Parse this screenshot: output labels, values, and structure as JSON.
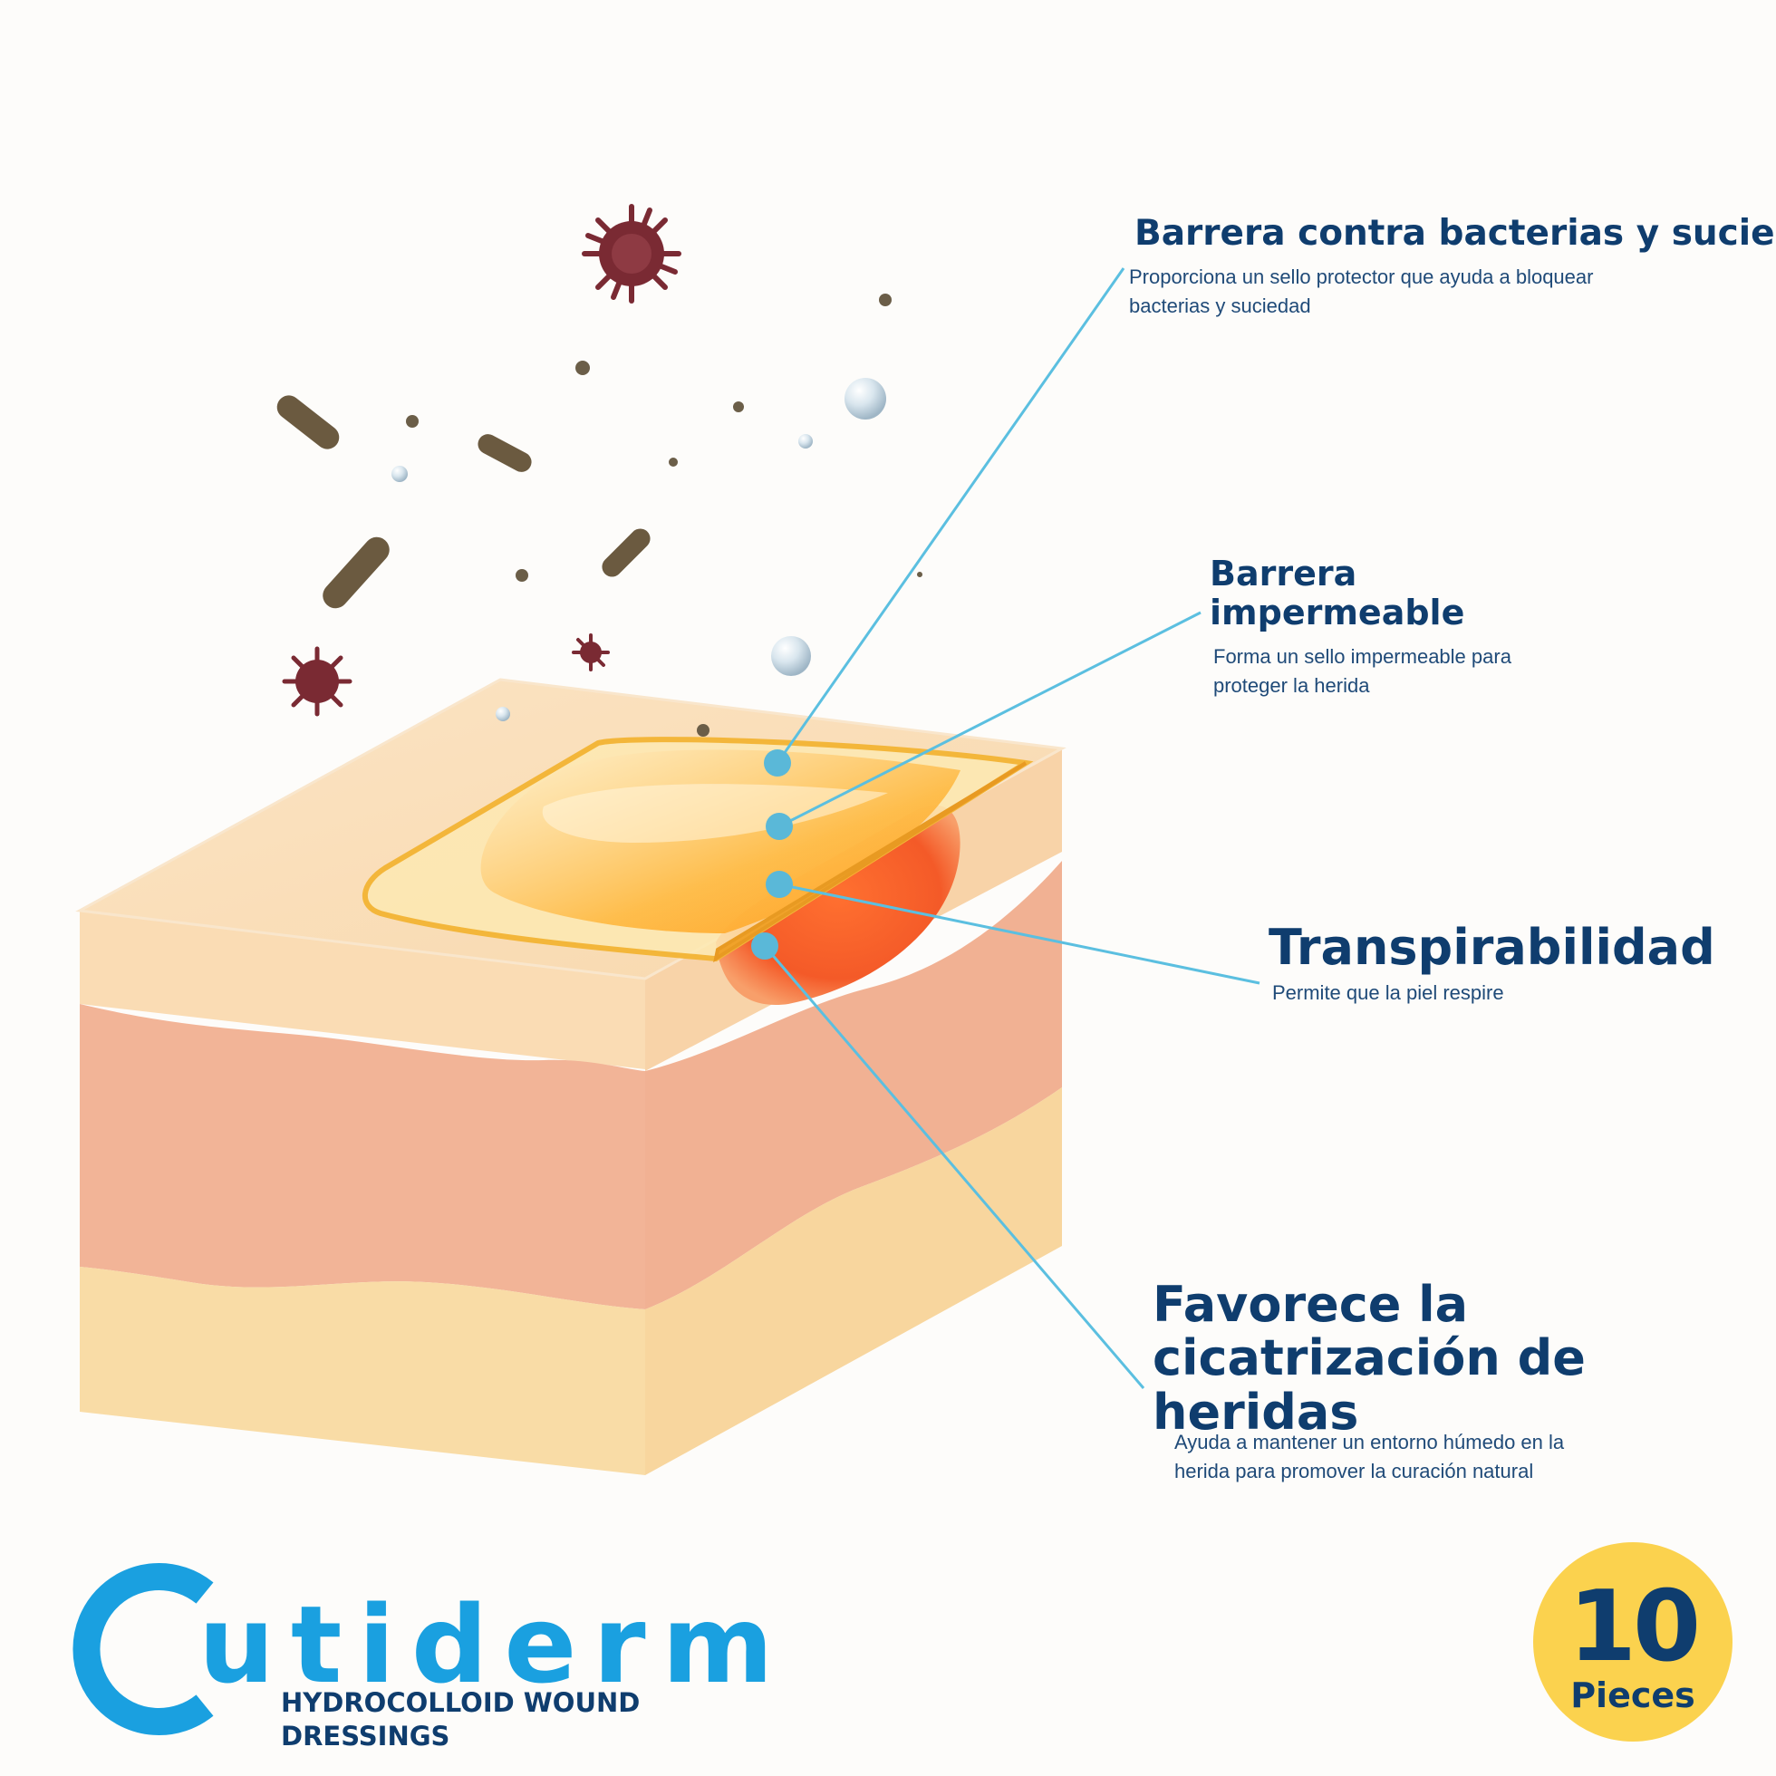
{
  "features": [
    {
      "title": "Barrera contra bacterias y suciedad",
      "text": "Proporciona un sello protector que ayuda a bloquear bacterias y suciedad"
    },
    {
      "title": "Barrera impermeable",
      "text": "Forma un sello impermeable para proteger la herida"
    },
    {
      "title": "Transpirabilidad",
      "text": "Permite que la piel respire"
    },
    {
      "title": "Favorece la cicatrización de heridas",
      "text": "Ayuda a mantener un entorno húmedo en la herida para promover la curación natural"
    }
  ],
  "brand": {
    "initial": "C",
    "rest": "utiderm",
    "subtitle": "HYDROCOLLOID WOUND DRESSINGS"
  },
  "badge": {
    "count": "10",
    "unit": "Pieces"
  },
  "colors": {
    "heading": "#0f3d6e",
    "callout_line": "#5bbfe0",
    "callout_dot": "#5ab8d8",
    "brand_blue": "#1aa0e0",
    "badge": "#fbd24e",
    "virus": "#7a2a33",
    "bacteria": "#6b5a40"
  },
  "icons": [
    "virus-icon",
    "bacteria-icon",
    "water-droplet-icon",
    "dirt-particle-icon"
  ]
}
